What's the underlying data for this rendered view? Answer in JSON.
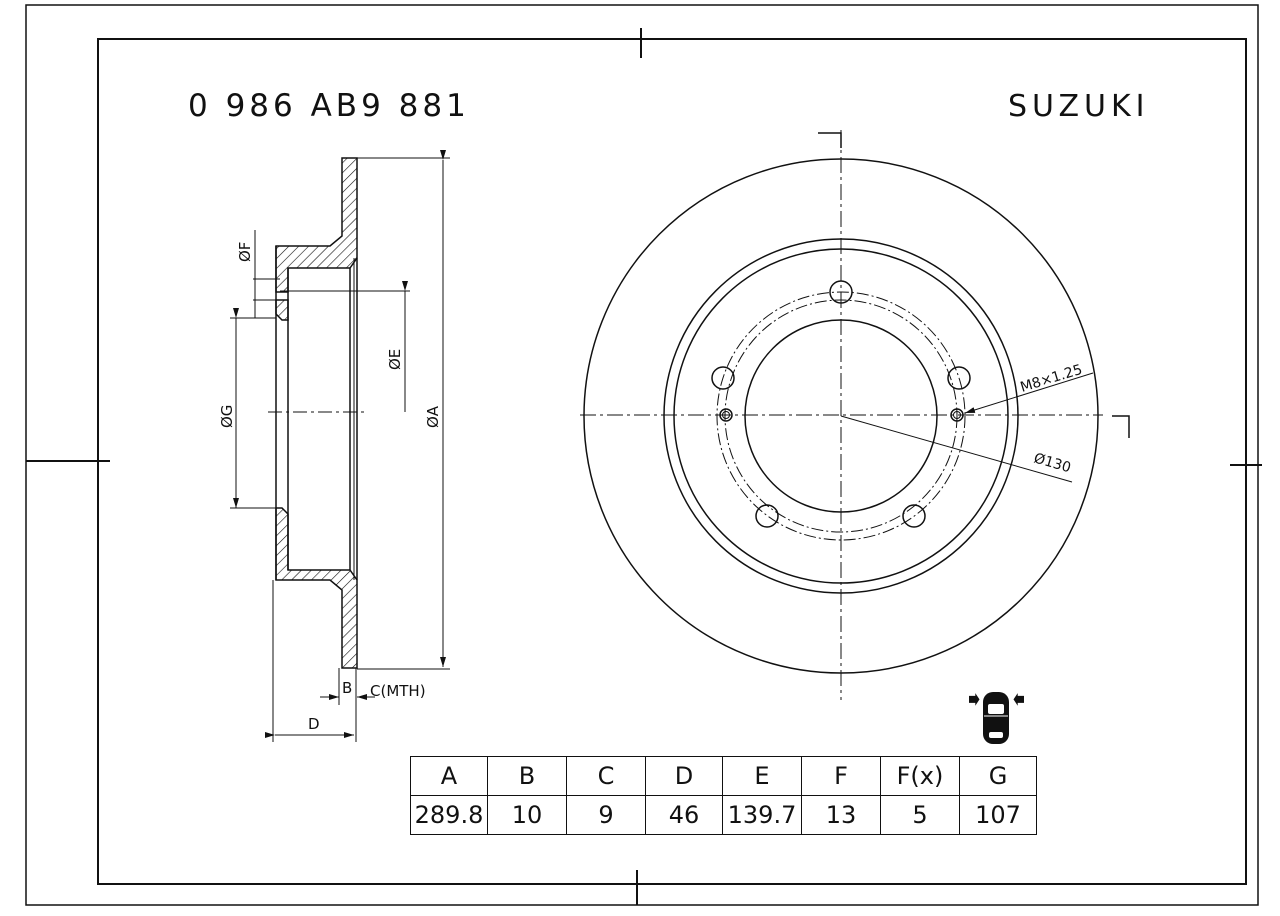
{
  "header": {
    "part_number": "0 986 AB9 881",
    "brand": "SUZUKI"
  },
  "section_view": {
    "labels": {
      "dia_f": "ØF",
      "dia_e": "ØE",
      "dia_g": "ØG",
      "dia_a": "ØA",
      "b": "B",
      "c_mth": "C(MTH)",
      "d": "D"
    }
  },
  "front_view": {
    "thread_note": "M8×1.25",
    "pcd_note": "Ø130",
    "bolt_holes": 5,
    "threaded_holes": 2
  },
  "icon": {
    "name": "car-front-axle-icon"
  },
  "spec_table": {
    "headers": [
      "A",
      "B",
      "C",
      "D",
      "E",
      "F",
      "F(x)",
      "G"
    ],
    "values": [
      "289.8",
      "10",
      "9",
      "46",
      "139.7",
      "13",
      "5",
      "107"
    ]
  }
}
